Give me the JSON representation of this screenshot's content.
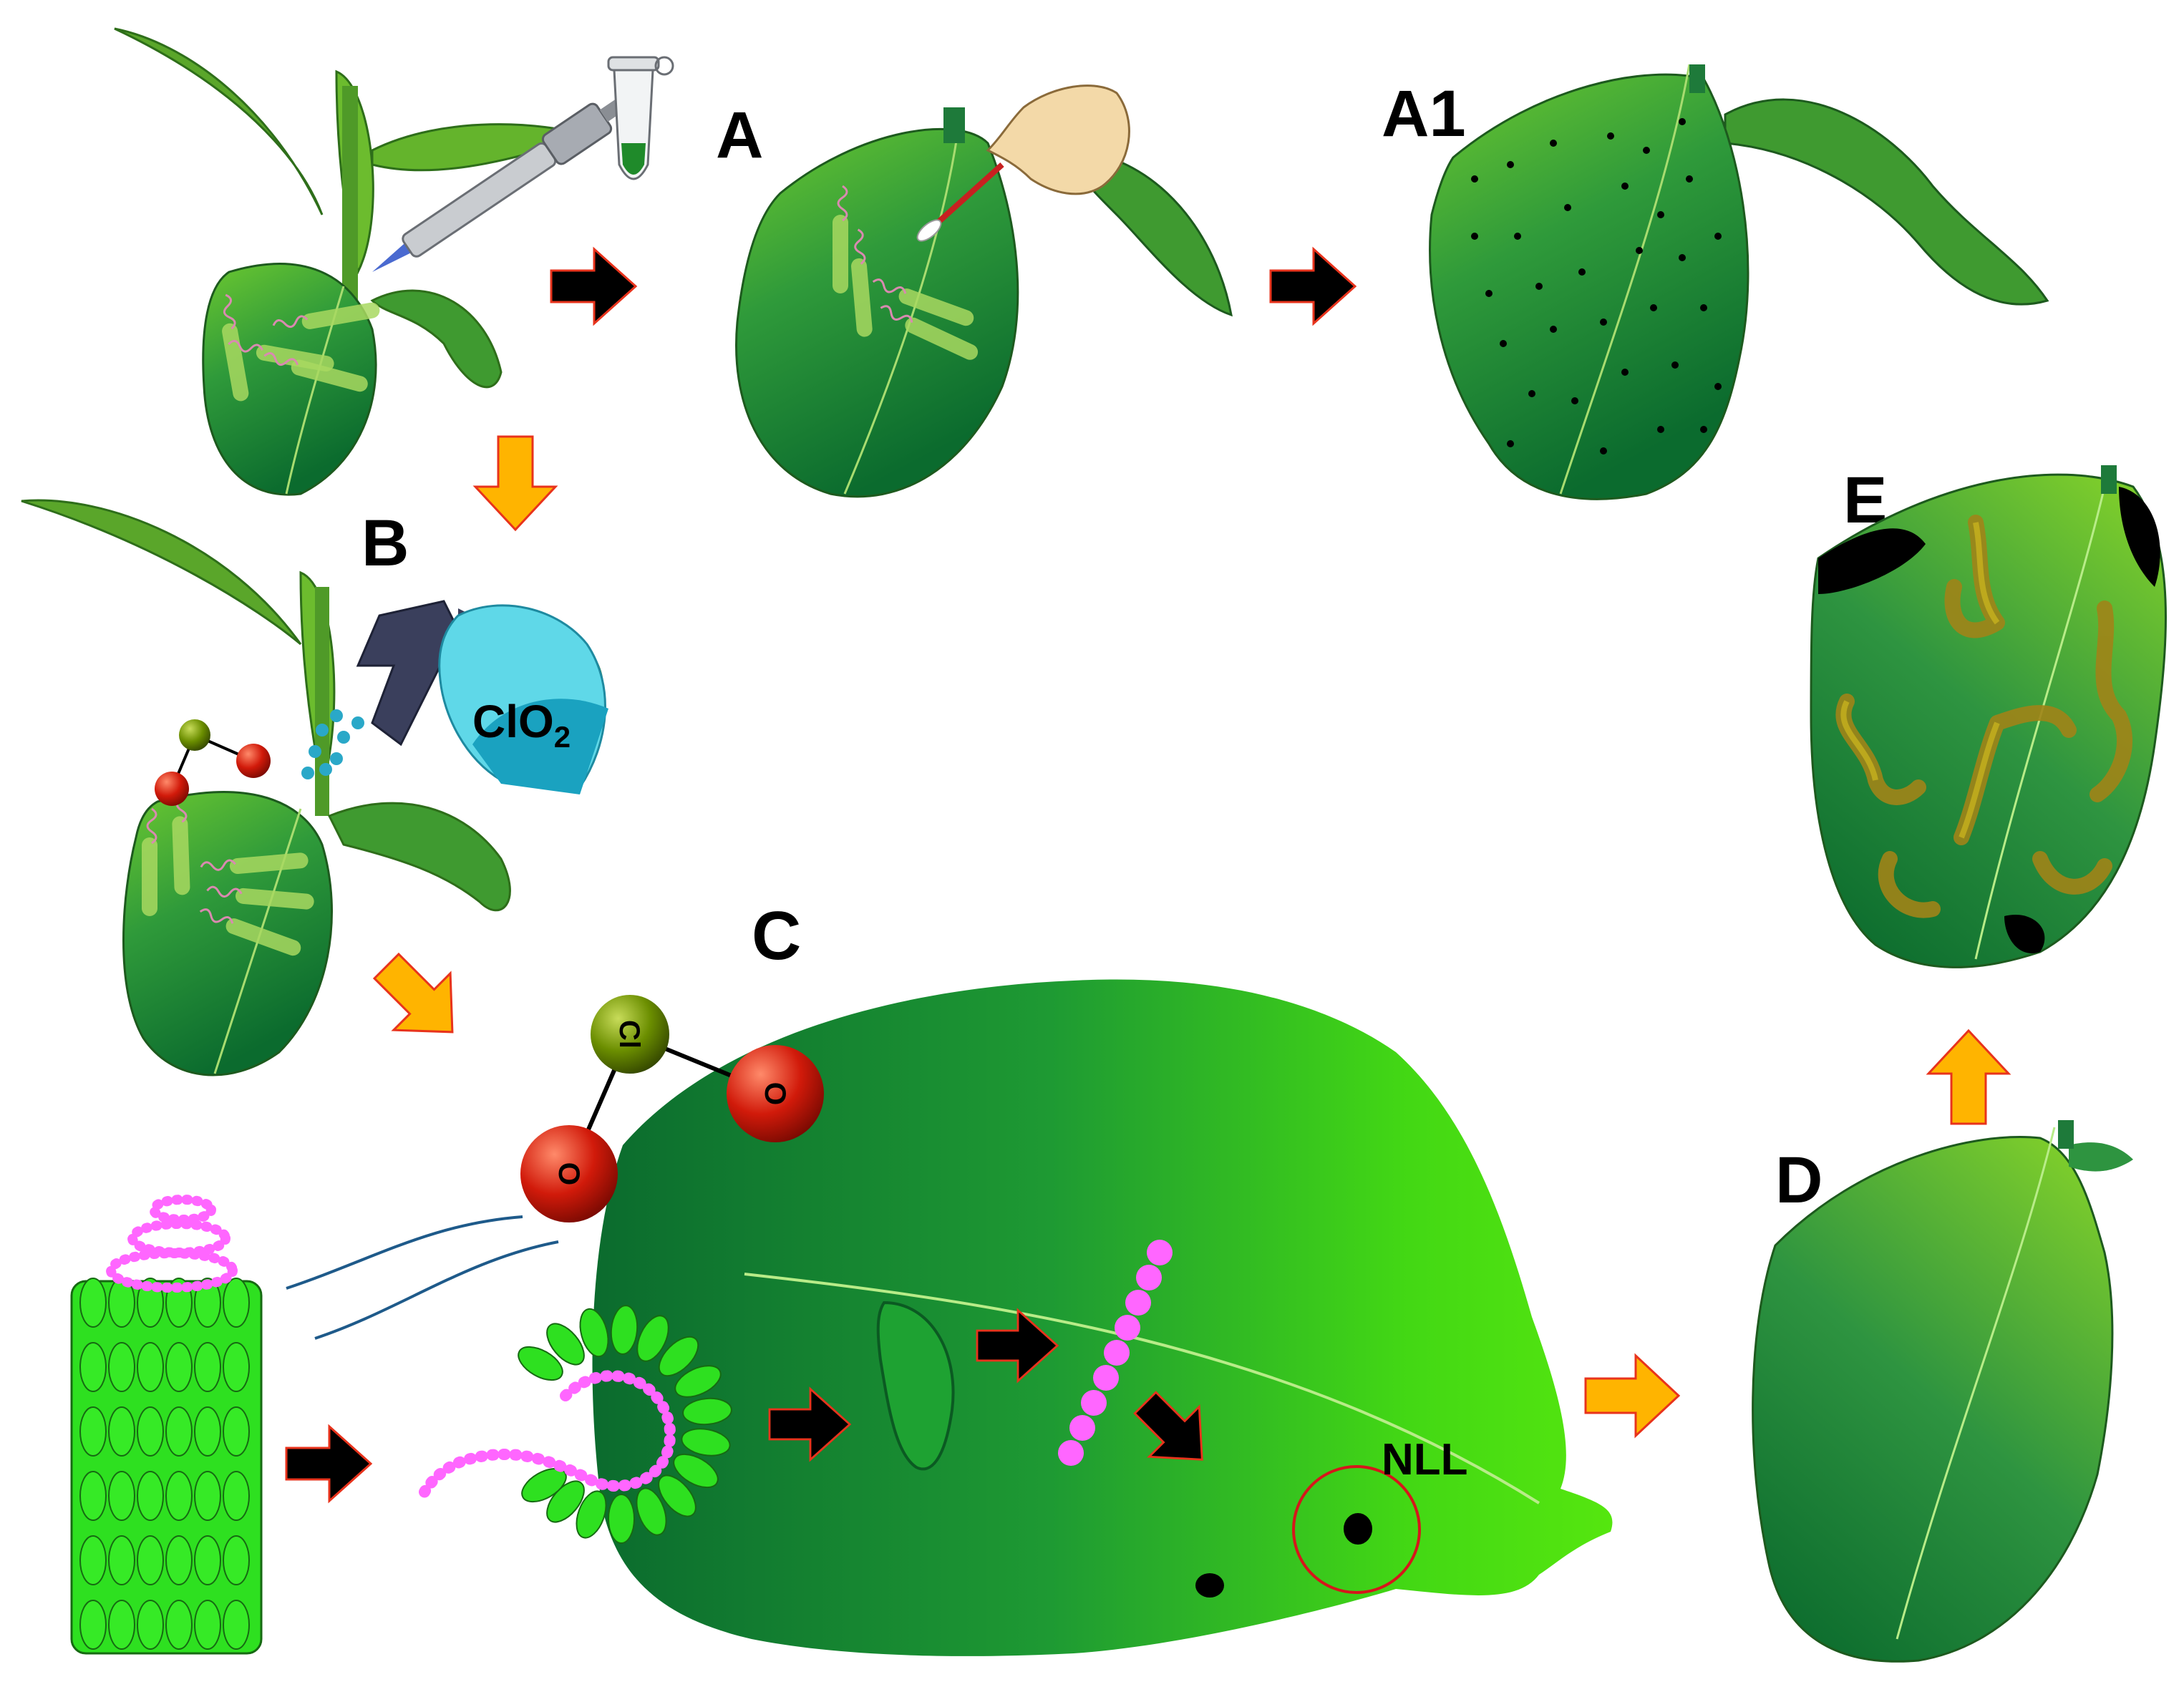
{
  "labels": {
    "panel_a": "A",
    "panel_a1": "A1",
    "panel_b": "B",
    "panel_c": "C",
    "panel_d": "D",
    "panel_e": "E",
    "nll": "NLL",
    "clo2_text": "ClO",
    "clo2_sub": "2",
    "atom_cl": "Cl",
    "atom_o": "O"
  },
  "colors": {
    "leaf_dark": "#0b6b2e",
    "leaf_mid": "#2f9a3a",
    "leaf_light": "#66c62e",
    "leaf_bright": "#4de012",
    "arrow_black": "#000000",
    "arrow_orange": "#ffb400",
    "arrow_outline": "#e8331c",
    "virus_body": "#2ee020",
    "rna_pink": "#ff66ff",
    "chlorine_atom": "#6b8e00",
    "oxygen_atom": "#d11a0a",
    "spray_bottle": "#3a3f5c",
    "clo2_bottle": "#5fd8e8",
    "glove": "#f3d9a8",
    "necrotic_lesion": "#000000",
    "nll_circle": "#d6161b",
    "systemic_symptom": "#b59a18"
  },
  "icons": [
    "pipette-icon",
    "microtube-icon",
    "glove-hand-icon",
    "spray-bottle-icon",
    "clo2-molecule-icon",
    "virus-particle-icon"
  ]
}
